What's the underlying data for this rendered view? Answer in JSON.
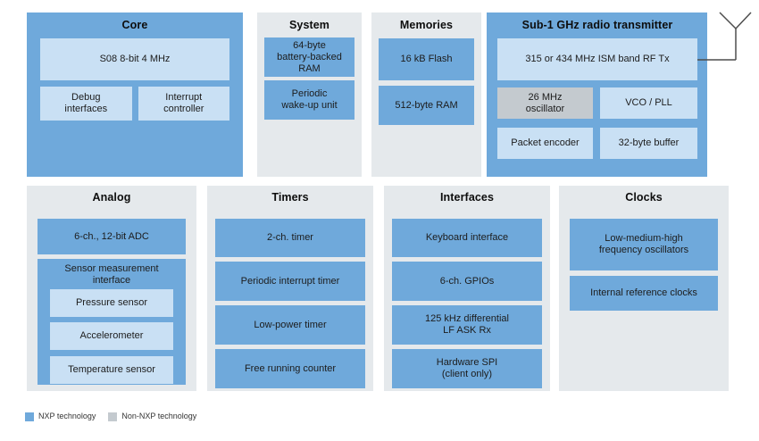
{
  "colors": {
    "nxp_blue": "#6fa9db",
    "light_blue": "#c9e0f4",
    "container_gray": "#e5e9ec",
    "non_nxp_gray": "#c4cacf",
    "text_dark": "#1c1c1c"
  },
  "top_row": {
    "core": {
      "title": "Core",
      "cpu": "S08 8-bit 4 MHz",
      "debug": "Debug\ninterfaces",
      "interrupt": "Interrupt\ncontroller"
    },
    "system": {
      "title": "System",
      "battery_ram": "64-byte\nbattery-backed\nRAM",
      "wakeup": "Periodic\nwake-up unit"
    },
    "memories": {
      "title": "Memories",
      "flash": "16 kB Flash",
      "ram": "512-byte RAM"
    },
    "radio": {
      "title": "Sub-1 GHz radio transmitter",
      "rf_tx": "315 or 434 MHz ISM band RF Tx",
      "oscillator": "26 MHz\noscillator",
      "vco_pll": "VCO / PLL",
      "packet_encoder": "Packet encoder",
      "buffer": "32-byte buffer"
    }
  },
  "bottom_row": {
    "analog": {
      "title": "Analog",
      "adc": "6-ch., 12-bit ADC",
      "sensor_interface": "Sensor measurement\ninterface",
      "pressure": "Pressure sensor",
      "accelerometer": "Accelerometer",
      "temperature": "Temperature sensor"
    },
    "timers": {
      "title": "Timers",
      "ch2_timer": "2-ch. timer",
      "periodic_interrupt_timer": "Periodic interrupt timer",
      "low_power_timer": "Low-power timer",
      "free_running_counter": "Free running counter"
    },
    "interfaces": {
      "title": "Interfaces",
      "keyboard": "Keyboard interface",
      "gpios": "6-ch. GPIOs",
      "lf_ask_rx": "125 kHz differential\nLF ASK Rx",
      "spi": "Hardware SPI\n(client only)"
    },
    "clocks": {
      "title": "Clocks",
      "oscillators": "Low-medium-high\nfrequency oscillators",
      "reference_clocks": "Internal reference clocks"
    }
  },
  "legend": {
    "nxp_label": "NXP technology",
    "non_nxp_label": "Non-NXP technology"
  }
}
